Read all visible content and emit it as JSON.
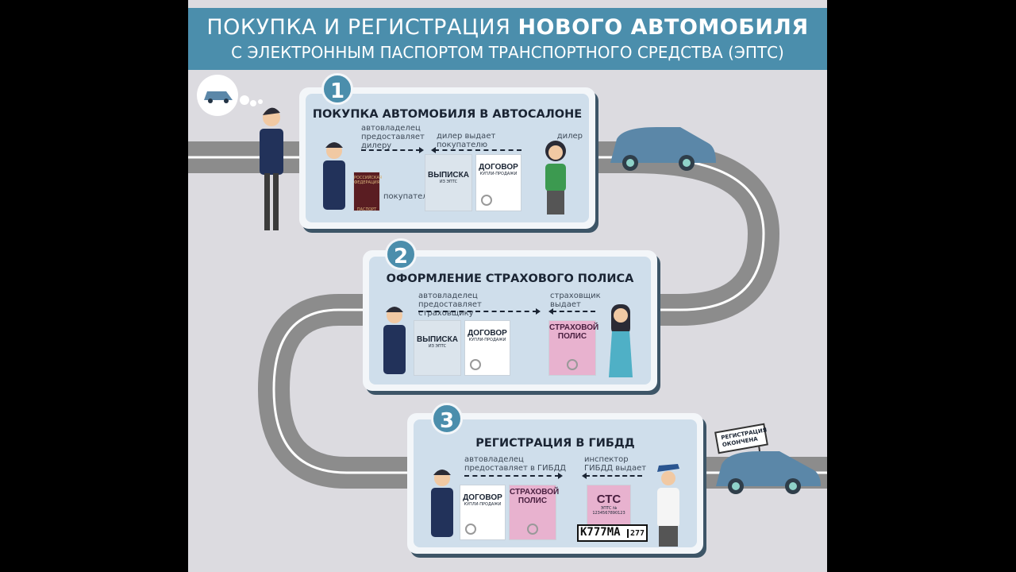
{
  "header": {
    "title_regular": "ПОКУПКА И РЕГИСТРАЦИЯ ",
    "title_bold": "НОВОГО АВТОМОБИЛЯ",
    "subtitle": "С ЭЛЕКТРОННЫМ ПАСПОРТОМ ТРАНСПОРТНОГО СРЕДСТВА (ЭПТС)"
  },
  "steps": [
    {
      "number": "1",
      "title": "ПОКУПКА АВТОМОБИЛЯ В АВТОСАЛОНЕ",
      "left_label": "автовладелец предоставляет дилеру",
      "right_label": "дилер выдает покупателю",
      "buyer_label": "покупатель",
      "dealer_label": "дилер",
      "passport": {
        "top": "РОССИЙСКАЯ ФЕДЕРАЦИЯ",
        "bottom": "ПАСПОРТ"
      },
      "doc_extract": {
        "title": "ВЫПИСКА",
        "sub": "ИЗ ЭПТС"
      },
      "doc_contract": {
        "title": "ДОГОВОР",
        "sub": "КУПЛИ-ПРОДАЖИ"
      }
    },
    {
      "number": "2",
      "title": "ОФОРМЛЕНИЕ СТРАХОВОГО ПОЛИСА",
      "left_label": "автовладелец предоставляет страховщику",
      "right_label": "страховщик выдает",
      "doc_extract": {
        "title": "ВЫПИСКА",
        "sub": "ИЗ ЭПТС"
      },
      "doc_contract": {
        "title": "ДОГОВОР",
        "sub": "КУПЛИ-ПРОДАЖИ"
      },
      "doc_policy": {
        "title": "СТРАХОВОЙ ПОЛИС"
      }
    },
    {
      "number": "3",
      "title": "РЕГИСТРАЦИЯ В ГИБДД",
      "left_label": "автовладелец предоставляет в ГИБДД",
      "right_label": "инспектор ГИБДД выдает",
      "doc_contract": {
        "title": "ДОГОВОР",
        "sub": "КУПЛИ-ПРОДАЖИ"
      },
      "doc_policy": {
        "title": "СТРАХОВОЙ ПОЛИС"
      },
      "doc_sts": {
        "title": "СТС",
        "sub": "ЭПТС № 1234567890123"
      },
      "plate": {
        "number": "К777МА",
        "region": "277"
      }
    }
  ],
  "finish_sign": "РЕГИСТРАЦИЯ ОКОНЧЕНА",
  "colors": {
    "header": "#4b8eac",
    "road": "#8c8c8c",
    "card": "#cfdeeb",
    "car": "#5b87a8"
  }
}
